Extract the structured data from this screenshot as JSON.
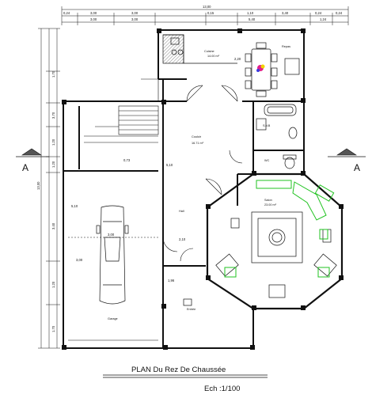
{
  "drawing": {
    "title": "PLAN Du Rez De Chaussée",
    "scale": "Ech :1/100"
  },
  "section_markers": {
    "left": "A",
    "right": "A"
  },
  "dimensions": {
    "top_total": "13,00",
    "top_row1": [
      "0,24",
      "3,00",
      "3,00",
      "0,15",
      "1,10",
      "3,40",
      "0,24",
      "0,24"
    ],
    "top_row2": [
      "3,00",
      "3,00",
      "5,40",
      "1,24"
    ],
    "left_total": "13,00",
    "left_ticks": [
      "1,70",
      "3,70",
      "1,20",
      "1,20",
      "3,40",
      "1,20",
      "1,70"
    ],
    "interior": [
      "3,00",
      "3,00",
      "2,10",
      "2,20",
      "5,10",
      "0,73",
      "5,10",
      "1,96"
    ]
  },
  "rooms": [
    {
      "id": "kitchen",
      "label": "Cuisine",
      "area": "14.00 m²"
    },
    {
      "id": "dining",
      "label": "Repas",
      "area": ""
    },
    {
      "id": "bath",
      "label": "S.d.B",
      "area": ""
    },
    {
      "id": "corridor",
      "label": "Couloir",
      "area": "16.71 m²"
    },
    {
      "id": "wc",
      "label": "WC",
      "area": ""
    },
    {
      "id": "salon",
      "label": "Salon",
      "area": "23.00 m²"
    },
    {
      "id": "hall",
      "label": "Hall",
      "area": ""
    },
    {
      "id": "garage",
      "label": "Garage",
      "area": ""
    },
    {
      "id": "entry",
      "label": "Entrée",
      "area": ""
    }
  ],
  "colors": {
    "line": "#111111",
    "furniture_green": "#22c322",
    "accent_magenta": "#e0208a",
    "accent_yellow": "#f2d200"
  }
}
